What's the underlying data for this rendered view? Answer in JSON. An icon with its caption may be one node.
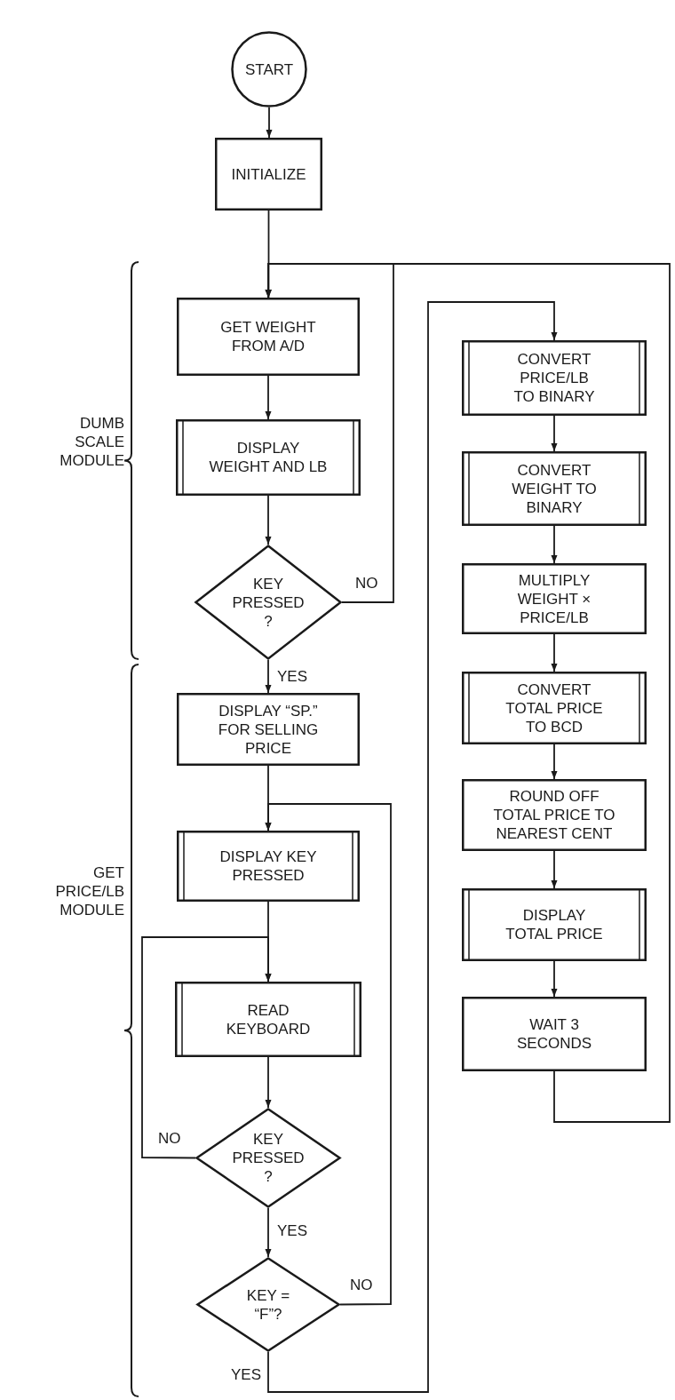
{
  "diagram": {
    "nodes": [
      {
        "text": [
          "START"
        ]
      },
      {
        "text": [
          "INITIALIZE"
        ]
      },
      {
        "text": [
          "GET WEIGHT FROM A/D"
        ]
      },
      {
        "text": [
          "DISPLAY WEIGHT AND LB"
        ]
      },
      {
        "text": [
          "KEY PRESSED ?"
        ]
      },
      {
        "text": [
          "DISPLAY “SP.” FOR SELLING PRICE"
        ]
      },
      {
        "text": [
          "DISPLAY KEY PRESSED"
        ]
      },
      {
        "text": [
          "READ KEYBOARD"
        ]
      },
      {
        "text": [
          "KEY PRESSED ?"
        ]
      },
      {
        "text": [
          "KEY = “F”?"
        ]
      },
      {
        "text": [
          "CONVERT PRICE/LB TO BINARY"
        ]
      },
      {
        "text": [
          "CONVERT WEIGHT TO BINARY"
        ]
      },
      {
        "text": [
          "MULTIPLY WEIGHT × PRICE/LB"
        ]
      },
      {
        "text": [
          "CONVERT TOTAL PRICE TO BCD"
        ]
      },
      {
        "text": [
          "ROUND OFF TOTAL PRICE TO NEAREST CENT"
        ]
      },
      {
        "text": [
          "DISPLAY TOTAL PRICE"
        ]
      },
      {
        "text": [
          "WAIT 3 SECONDS"
        ]
      }
    ],
    "edges": [
      {
        "from": 0,
        "to": 1,
        "arrow": "to"
      },
      {
        "from": 1,
        "to": 2,
        "arrow": "to"
      },
      {
        "from": 2,
        "to": 3,
        "arrow": "to"
      },
      {
        "from": 3,
        "to": 4,
        "arrow": "to"
      },
      {
        "from": 4,
        "to": 2,
        "arrow": "to",
        "label": "NO"
      },
      {
        "from": 4,
        "to": 5,
        "arrow": "to",
        "label": "YES"
      },
      {
        "from": 5,
        "to": 6,
        "arrow": "to"
      },
      {
        "from": 6,
        "to": 7,
        "arrow": "to"
      },
      {
        "from": 7,
        "to": 8,
        "arrow": "to"
      },
      {
        "from": 8,
        "to": 7,
        "arrow": "to",
        "label": "NO"
      },
      {
        "from": 8,
        "to": 9,
        "arrow": "to",
        "label": "YES"
      },
      {
        "from": 9,
        "to": 6,
        "arrow": "to",
        "label": "NO"
      },
      {
        "from": 9,
        "to": 10,
        "arrow": "to",
        "label": "YES"
      },
      {
        "from": 10,
        "to": 11,
        "arrow": "to"
      },
      {
        "from": 11,
        "to": 12,
        "arrow": "to"
      },
      {
        "from": 12,
        "to": 13,
        "arrow": "to"
      },
      {
        "from": 13,
        "to": 14,
        "arrow": "to"
      },
      {
        "from": 14,
        "to": 15,
        "arrow": "to"
      },
      {
        "from": 15,
        "to": 16,
        "arrow": "to"
      },
      {
        "from": 16,
        "to": 2,
        "arrow": "to"
      }
    ],
    "labels": [
      "DUMB SCALE MODULE",
      "GET PRICE/LB MODULE"
    ]
  }
}
